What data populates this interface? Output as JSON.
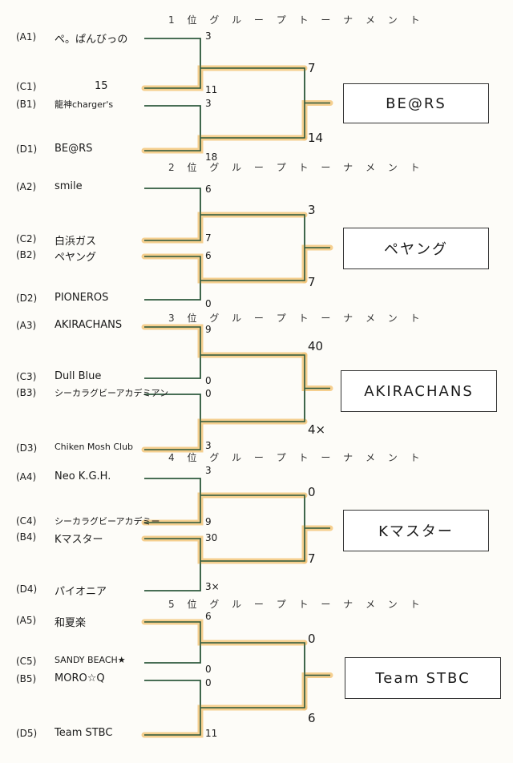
{
  "groups": [
    {
      "title": "1 位 グ ル ー プ ト ー ナ メ ン ト",
      "teams": [
        {
          "slot": "(A1)",
          "name": "ぺ。ぱんびっの"
        },
        {
          "slot": "(C1)",
          "name": "15"
        },
        {
          "slot": "(B1)",
          "name": "龍神charger's"
        },
        {
          "slot": "(D1)",
          "name": "BE@RS"
        }
      ],
      "first_round_scores": [
        "3",
        "11",
        "3",
        "18"
      ],
      "final_scores": [
        "7",
        "14"
      ],
      "winner": "BE@RS"
    },
    {
      "title": "2 位 グ ル ー プ ト ー ナ メ ン ト",
      "teams": [
        {
          "slot": "(A2)",
          "name": "smile"
        },
        {
          "slot": "(C2)",
          "name": "白浜ガス"
        },
        {
          "slot": "(B2)",
          "name": "ペヤング"
        },
        {
          "slot": "(D2)",
          "name": "PIONEROS"
        }
      ],
      "first_round_scores": [
        "6",
        "7",
        "6",
        "0"
      ],
      "final_scores": [
        "3",
        "7"
      ],
      "winner": "ペヤング"
    },
    {
      "title": "3 位 グ ル ー プ ト ー ナ メ ン ト",
      "teams": [
        {
          "slot": "(A3)",
          "name": "AKIRACHANS"
        },
        {
          "slot": "(C3)",
          "name": "Dull Blue"
        },
        {
          "slot": "(B3)",
          "name": "シーカラグビーアカデミアン"
        },
        {
          "slot": "(D3)",
          "name": "Chiken Mosh Club"
        }
      ],
      "first_round_scores": [
        "9",
        "0",
        "0",
        "3"
      ],
      "final_scores": [
        "40",
        "4×"
      ],
      "winner": "AKIRACHANS"
    },
    {
      "title": "4 位 グ ル ー プ ト ー ナ メ ン ト",
      "teams": [
        {
          "slot": "(A4)",
          "name": "Neo K.G.H."
        },
        {
          "slot": "(C4)",
          "name": "シーカラグビーアカデミー"
        },
        {
          "slot": "(B4)",
          "name": "Kマスター"
        },
        {
          "slot": "(D4)",
          "name": "パイオニア"
        }
      ],
      "first_round_scores": [
        "3",
        "9",
        "30",
        "3×"
      ],
      "final_scores": [
        "0",
        "7"
      ],
      "winner": "Kマスター"
    },
    {
      "title": "5 位 グ ル ー プ ト ー ナ メ ン ト",
      "teams": [
        {
          "slot": "(A5)",
          "name": "和夏楽"
        },
        {
          "slot": "(C5)",
          "name": "SANDY BEACH★"
        },
        {
          "slot": "(B5)",
          "name": "MORO☆Q"
        },
        {
          "slot": "(D5)",
          "name": "Team STBC"
        }
      ],
      "first_round_scores": [
        "6",
        "0",
        "0",
        "11"
      ],
      "final_scores": [
        "0",
        "6"
      ],
      "winner": "Team STBC"
    }
  ],
  "colors": {
    "line": "#2f5a3e",
    "highlight": "#f3c77c"
  }
}
